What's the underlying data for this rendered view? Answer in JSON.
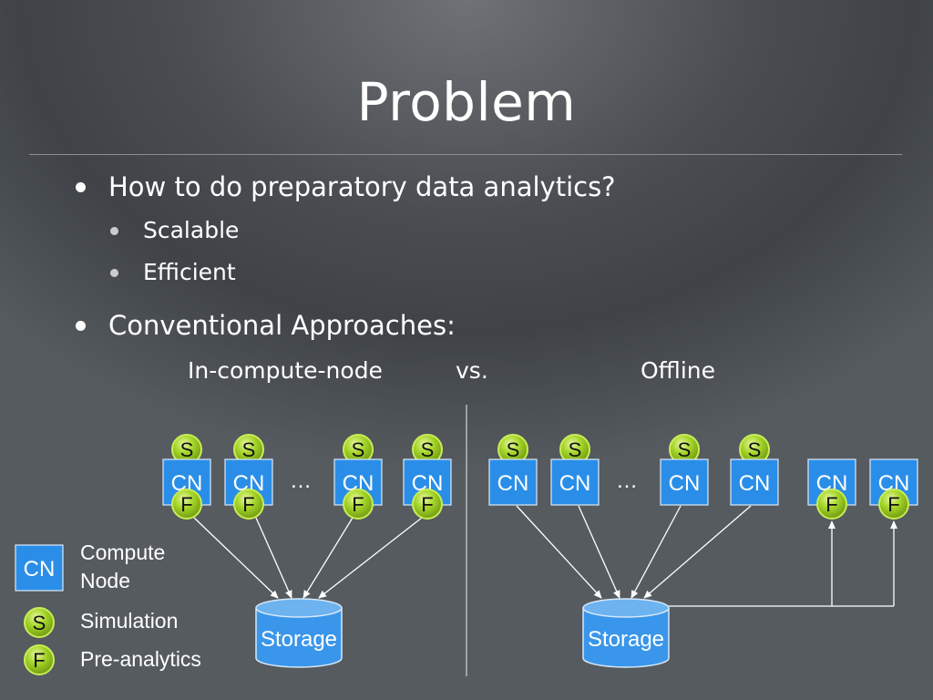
{
  "title": "Problem",
  "bullets": [
    {
      "text": "How to do preparatory data analytics?",
      "subs": [
        "Scalable",
        "Efficient"
      ]
    },
    {
      "text": "Conventional Approaches:"
    }
  ],
  "approach_left": "In-compute-node",
  "vs": "vs.",
  "approach_right": "Offline",
  "diagram": {
    "cn_label": "CN",
    "s_label": "S",
    "f_label": "F",
    "ellipsis": "…",
    "storage_label": "Storage"
  },
  "legend": {
    "cn_label": "CN",
    "cn_line1": "Compute",
    "cn_line2": "Node",
    "s_label": "S",
    "s_text": "Simulation",
    "f_label": "F",
    "f_text": "Pre-analytics"
  },
  "colors": {
    "cn_fill": "#2a8ee8",
    "storage_fill": "#3a96ea",
    "node_green": "#a6d62a"
  }
}
